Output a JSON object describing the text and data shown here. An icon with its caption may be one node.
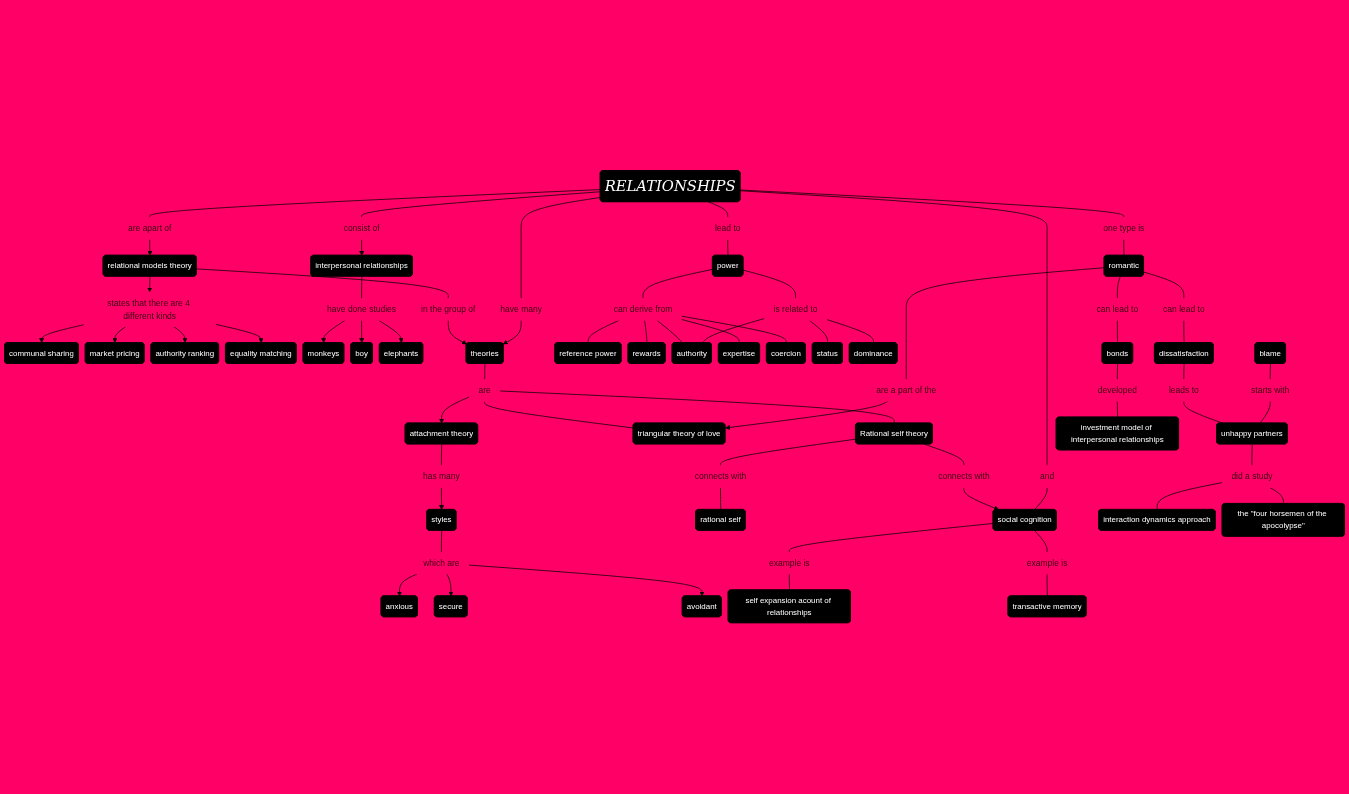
{
  "diagram": {
    "nodes": [
      {
        "text": [
          "RELATIONSHIPS"
        ]
      },
      {
        "text": [
          "relational models theory"
        ]
      },
      {
        "text": [
          "states that there are 4 different kinds"
        ]
      },
      {
        "text": [
          "communal sharing"
        ]
      },
      {
        "text": [
          "market pricing"
        ]
      },
      {
        "text": [
          "authority ranking"
        ]
      },
      {
        "text": [
          "equality matching"
        ]
      },
      {
        "text": [
          "are apart of"
        ]
      },
      {
        "text": [
          "consist of"
        ]
      },
      {
        "text": [
          "interpersonal relationships"
        ]
      },
      {
        "text": [
          "have done studies"
        ]
      },
      {
        "text": [
          "monkeys"
        ]
      },
      {
        "text": [
          "boy"
        ]
      },
      {
        "text": [
          "elephants"
        ]
      },
      {
        "text": [
          "in the group of"
        ]
      },
      {
        "text": [
          "theories"
        ]
      },
      {
        "text": [
          "have many"
        ]
      },
      {
        "text": [
          "are"
        ]
      },
      {
        "text": [
          "attachment theory"
        ]
      },
      {
        "text": [
          "triangular theory of love"
        ]
      },
      {
        "text": [
          "Rational self theory"
        ]
      },
      {
        "text": [
          "has many"
        ]
      },
      {
        "text": [
          "styles"
        ]
      },
      {
        "text": [
          "which are"
        ]
      },
      {
        "text": [
          "anxious"
        ]
      },
      {
        "text": [
          "secure"
        ]
      },
      {
        "text": [
          "avoidant"
        ]
      },
      {
        "text": [
          "connects with"
        ]
      },
      {
        "text": [
          "rational self"
        ]
      },
      {
        "text": [
          "connects with"
        ]
      },
      {
        "text": [
          "one type is"
        ]
      },
      {
        "text": [
          "romantic"
        ]
      },
      {
        "text": [
          "are a part of the"
        ]
      },
      {
        "text": [
          "and"
        ]
      },
      {
        "text": [
          "social cognition"
        ]
      },
      {
        "text": [
          "lead to"
        ]
      },
      {
        "text": [
          "power"
        ]
      },
      {
        "text": [
          "can derive from"
        ]
      },
      {
        "text": [
          "reference power"
        ]
      },
      {
        "text": [
          "rewards"
        ]
      },
      {
        "text": [
          "authority"
        ]
      },
      {
        "text": [
          "expertise"
        ]
      },
      {
        "text": [
          "coercion"
        ]
      },
      {
        "text": [
          "is related to"
        ]
      },
      {
        "text": [
          "status"
        ]
      },
      {
        "text": [
          "dominance"
        ]
      },
      {
        "text": [
          "example is"
        ]
      },
      {
        "text": [
          "self expansion acount of relationships"
        ]
      },
      {
        "text": [
          "example is"
        ]
      },
      {
        "text": [
          "transactive memory"
        ]
      },
      {
        "text": [
          "can lead to"
        ]
      },
      {
        "text": [
          "dissatisfaction"
        ]
      },
      {
        "text": [
          "can lead to"
        ]
      },
      {
        "text": [
          "bonds"
        ]
      },
      {
        "text": [
          "leads to"
        ]
      },
      {
        "text": [
          "unhappy partners"
        ]
      },
      {
        "text": [
          "blame"
        ]
      },
      {
        "text": [
          "starts with"
        ]
      },
      {
        "text": [
          "developed"
        ]
      },
      {
        "text": [
          "investment model of interpersonal relationships"
        ]
      },
      {
        "text": [
          "did a study"
        ]
      },
      {
        "text": [
          "interaction dynamics approach"
        ]
      },
      {
        "text": [
          "the \"four horsemen of the apocolypse\""
        ]
      }
    ],
    "edges": [
      {
        "from": 0,
        "to": 7,
        "arrow": "none"
      },
      {
        "from": 7,
        "to": 1,
        "arrow": "to"
      },
      {
        "from": 1,
        "to": 2,
        "arrow": "to"
      },
      {
        "from": 2,
        "to": 3,
        "arrow": "to"
      },
      {
        "from": 2,
        "to": 4,
        "arrow": "to"
      },
      {
        "from": 2,
        "to": 5,
        "arrow": "to"
      },
      {
        "from": 2,
        "to": 6,
        "arrow": "to"
      },
      {
        "from": 0,
        "to": 8,
        "arrow": "none"
      },
      {
        "from": 8,
        "to": 9,
        "arrow": "to"
      },
      {
        "from": 9,
        "to": 10,
        "arrow": "none"
      },
      {
        "from": 10,
        "to": 11,
        "arrow": "to"
      },
      {
        "from": 10,
        "to": 12,
        "arrow": "to"
      },
      {
        "from": 10,
        "to": 13,
        "arrow": "to"
      },
      {
        "from": 1,
        "to": 14,
        "arrow": "none"
      },
      {
        "from": 14,
        "to": 15,
        "arrow": "to"
      },
      {
        "from": 0,
        "to": 16,
        "arrow": "none"
      },
      {
        "from": 16,
        "to": 15,
        "arrow": "to"
      },
      {
        "from": 15,
        "to": 17,
        "arrow": "none"
      },
      {
        "from": 17,
        "to": 18,
        "arrow": "to"
      },
      {
        "from": 17,
        "to": 19,
        "arrow": "none"
      },
      {
        "from": 17,
        "to": 20,
        "arrow": "none"
      },
      {
        "from": 18,
        "to": 21,
        "arrow": "none"
      },
      {
        "from": 21,
        "to": 22,
        "arrow": "to"
      },
      {
        "from": 22,
        "to": 23,
        "arrow": "none"
      },
      {
        "from": 23,
        "to": 24,
        "arrow": "to"
      },
      {
        "from": 23,
        "to": 25,
        "arrow": "to"
      },
      {
        "from": 23,
        "to": 26,
        "arrow": "to"
      },
      {
        "from": 20,
        "to": 27,
        "arrow": "none"
      },
      {
        "from": 27,
        "to": 28,
        "arrow": "none"
      },
      {
        "from": 20,
        "to": 29,
        "arrow": "none"
      },
      {
        "from": 29,
        "to": 34,
        "arrow": "to"
      },
      {
        "from": 0,
        "to": 30,
        "arrow": "none"
      },
      {
        "from": 30,
        "to": 31,
        "arrow": "none"
      },
      {
        "from": 31,
        "to": 32,
        "arrow": "none"
      },
      {
        "from": 32,
        "to": 19,
        "arrow": "to"
      },
      {
        "from": 0,
        "to": 33,
        "arrow": "none"
      },
      {
        "from": 33,
        "to": 34,
        "arrow": "none"
      },
      {
        "from": 0,
        "to": 35,
        "arrow": "none"
      },
      {
        "from": 35,
        "to": 36,
        "arrow": "none"
      },
      {
        "from": 36,
        "to": 37,
        "arrow": "none"
      },
      {
        "from": 37,
        "to": 38,
        "arrow": "none"
      },
      {
        "from": 37,
        "to": 39,
        "arrow": "none"
      },
      {
        "from": 37,
        "to": 40,
        "arrow": "none"
      },
      {
        "from": 37,
        "to": 41,
        "arrow": "none"
      },
      {
        "from": 37,
        "to": 42,
        "arrow": "none"
      },
      {
        "from": 36,
        "to": 43,
        "arrow": "none"
      },
      {
        "from": 43,
        "to": 44,
        "arrow": "none"
      },
      {
        "from": 43,
        "to": 45,
        "arrow": "none"
      },
      {
        "from": 43,
        "to": 40,
        "arrow": "none"
      },
      {
        "from": 34,
        "to": 46,
        "arrow": "none"
      },
      {
        "from": 46,
        "to": 47,
        "arrow": "none"
      },
      {
        "from": 34,
        "to": 48,
        "arrow": "none"
      },
      {
        "from": 48,
        "to": 49,
        "arrow": "none"
      },
      {
        "from": 31,
        "to": 50,
        "arrow": "none"
      },
      {
        "from": 50,
        "to": 51,
        "arrow": "none"
      },
      {
        "from": 31,
        "to": 52,
        "arrow": "none"
      },
      {
        "from": 52,
        "to": 53,
        "arrow": "none"
      },
      {
        "from": 51,
        "to": 54,
        "arrow": "none"
      },
      {
        "from": 54,
        "to": 55,
        "arrow": "none"
      },
      {
        "from": 56,
        "to": 57,
        "arrow": "none"
      },
      {
        "from": 57,
        "to": 55,
        "arrow": "none"
      },
      {
        "from": 53,
        "to": 58,
        "arrow": "none"
      },
      {
        "from": 58,
        "to": 59,
        "arrow": "none"
      },
      {
        "from": 55,
        "to": 60,
        "arrow": "none"
      },
      {
        "from": 60,
        "to": 61,
        "arrow": "none"
      },
      {
        "from": 60,
        "to": 62,
        "arrow": "none"
      }
    ]
  }
}
